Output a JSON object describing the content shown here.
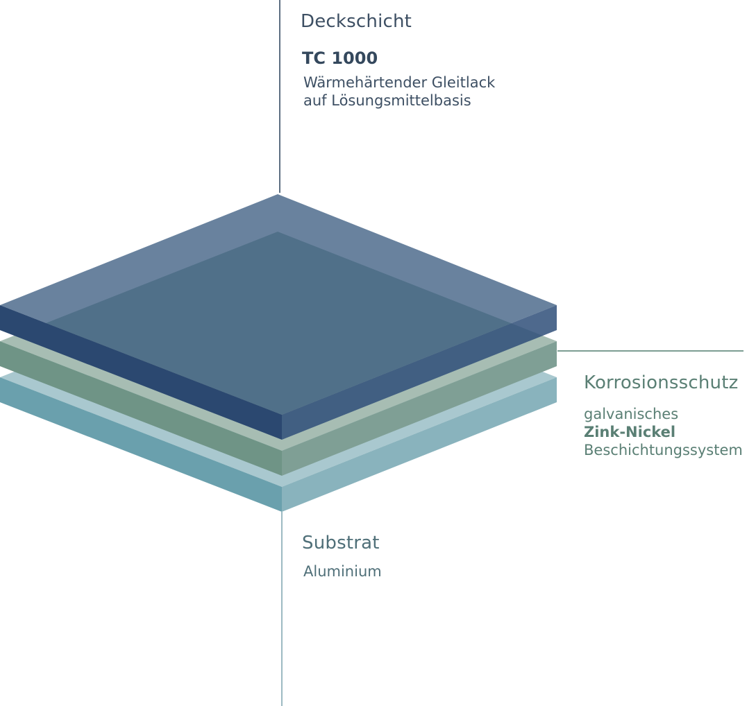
{
  "layers": {
    "top": {
      "heading": "Deckschicht",
      "product": "TC 1000",
      "description_line1": "Wärmehärtender Gleitlack",
      "description_line2": "auf Lösungsmittelbasis",
      "color": "#2b4870"
    },
    "middle": {
      "heading": "Korrosionsschutz",
      "line1": "galvanisches",
      "line2": "Zink-Nickel",
      "line3": "Beschichtungssystem",
      "color": "#6f9486"
    },
    "bottom": {
      "heading": "Substrat",
      "description": "Aluminium",
      "color": "#6aa0ad"
    }
  }
}
